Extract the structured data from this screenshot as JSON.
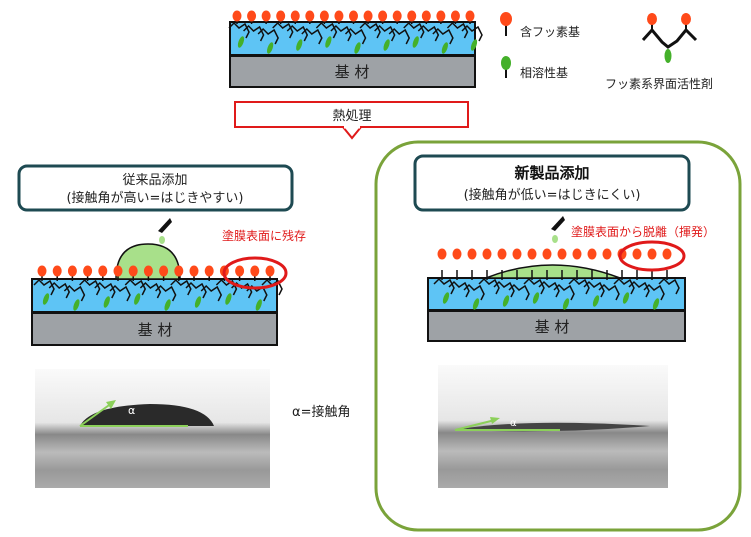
{
  "substrate_label": "基 材",
  "legend": {
    "fluoro_group": "含フッ素基",
    "compatible_group": "相溶性基",
    "surfactant": "フッ素系界面活性剤"
  },
  "process": "熱処理",
  "conventional": {
    "title": "従来品添加",
    "subtitle": "(接触角が高い=はじきやすい)",
    "note": "塗膜表面に残存"
  },
  "new_product": {
    "title": "新製品添加",
    "subtitle": "(接触角が低い=はじきにくい)",
    "note": "塗膜表面から脱離（揮発）"
  },
  "angle_symbol": "α",
  "angle_caption": "α=接触角",
  "colors": {
    "fluoro": "#ff4a1a",
    "compatible": "#44b02a",
    "coating": "#5ec4f5",
    "substrate": "#9ea2a6",
    "highlight": "#e01a1a",
    "frame": "#7aa33a",
    "box": "#1e4a52"
  }
}
